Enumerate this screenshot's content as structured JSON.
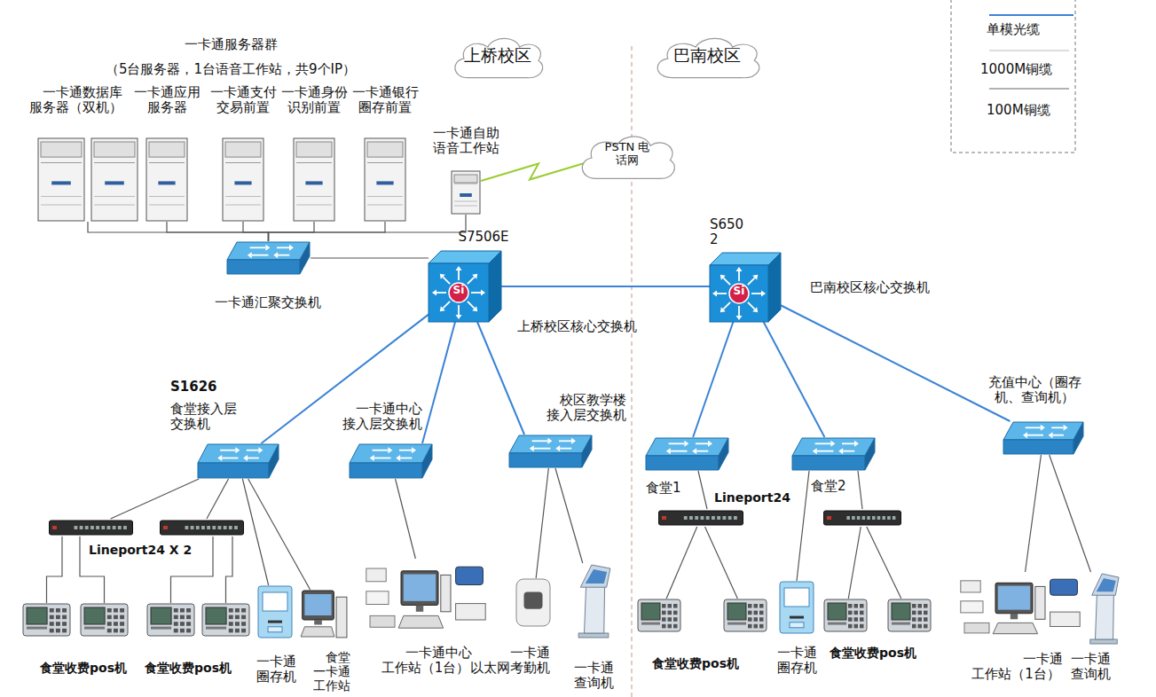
{
  "diagram": {
    "nodes": [
      {
        "text": [
          "一卡通数据库服务器（双机）"
        ]
      },
      {
        "text": [
          "一卡通应用服务器"
        ]
      },
      {
        "text": [
          "一卡通支付交易前置"
        ]
      },
      {
        "text": [
          "一卡通身份识别前置"
        ]
      },
      {
        "text": [
          "一卡通银行圈存前置"
        ]
      },
      {
        "text": [
          "上桥校区"
        ]
      },
      {
        "text": [
          "巴南校区"
        ]
      },
      {
        "text": [
          "一卡通自助语音工作站"
        ]
      },
      {
        "text": [
          "PSTN 电话网"
        ]
      },
      {
        "text": [
          "一卡通汇聚交换机"
        ]
      },
      {
        "text": [
          "S7506E",
          "上桥校区核心交换机"
        ]
      },
      {
        "text": [
          "S650 2",
          "巴南校区核心交换机"
        ]
      },
      {
        "text": [
          "S1626",
          "食堂接入层交换机"
        ]
      },
      {
        "text": [
          "一卡通中心接入层交换机"
        ]
      },
      {
        "text": [
          "校区教学楼接入层交换机"
        ]
      },
      {
        "text": [
          "食堂1"
        ]
      },
      {
        "text": [
          "食堂2"
        ]
      },
      {
        "text": [
          "充值中心（圈存机、查询机）"
        ]
      },
      {
        "text": []
      },
      {
        "text": []
      },
      {
        "text": []
      },
      {
        "text": []
      },
      {
        "text": []
      },
      {
        "text": []
      },
      {
        "text": []
      },
      {
        "text": []
      },
      {
        "text": [
          "一卡通圈存机"
        ]
      },
      {
        "text": [
          "食堂一卡通工作站"
        ]
      },
      {
        "text": [
          "一卡通中心工作站（1台）"
        ]
      },
      {
        "text": [
          "一卡通以太网考勤机"
        ]
      },
      {
        "text": [
          "一卡通查询机"
        ]
      },
      {
        "text": []
      },
      {
        "text": []
      },
      {
        "text": [
          "一卡通圈存机"
        ]
      },
      {
        "text": []
      },
      {
        "text": []
      },
      {
        "text": [
          "一卡通工作站（1台）"
        ]
      },
      {
        "text": [
          "一卡通查询机"
        ]
      }
    ],
    "edges": [
      {
        "from": 0,
        "to": 9,
        "arrow": "none"
      },
      {
        "from": 1,
        "to": 9,
        "arrow": "none"
      },
      {
        "from": 2,
        "to": 9,
        "arrow": "none"
      },
      {
        "from": 3,
        "to": 9,
        "arrow": "none"
      },
      {
        "from": 4,
        "to": 9,
        "arrow": "none"
      },
      {
        "from": 7,
        "to": 9,
        "arrow": "none"
      },
      {
        "from": 7,
        "to": 8,
        "arrow": "none"
      },
      {
        "from": 9,
        "to": 10,
        "arrow": "none"
      },
      {
        "from": 10,
        "to": 11,
        "arrow": "none"
      },
      {
        "from": 10,
        "to": 12,
        "arrow": "none"
      },
      {
        "from": 10,
        "to": 13,
        "arrow": "none"
      },
      {
        "from": 10,
        "to": 14,
        "arrow": "none"
      },
      {
        "from": 11,
        "to": 15,
        "arrow": "none"
      },
      {
        "from": 11,
        "to": 16,
        "arrow": "none"
      },
      {
        "from": 11,
        "to": 17,
        "arrow": "none"
      },
      {
        "from": 12,
        "to": 18,
        "arrow": "none"
      },
      {
        "from": 12,
        "to": 19,
        "arrow": "none"
      },
      {
        "from": 12,
        "to": 26,
        "arrow": "none"
      },
      {
        "from": 12,
        "to": 27,
        "arrow": "none"
      },
      {
        "from": 13,
        "to": 28,
        "arrow": "none"
      },
      {
        "from": 14,
        "to": 29,
        "arrow": "none"
      },
      {
        "from": 14,
        "to": 30,
        "arrow": "none"
      },
      {
        "from": 15,
        "to": 20,
        "arrow": "none"
      },
      {
        "from": 16,
        "to": 33,
        "arrow": "none"
      },
      {
        "from": 16,
        "to": 21,
        "arrow": "none"
      },
      {
        "from": 17,
        "to": 36,
        "arrow": "none"
      },
      {
        "from": 17,
        "to": 37,
        "arrow": "none"
      },
      {
        "from": 18,
        "to": 22,
        "arrow": "none"
      },
      {
        "from": 18,
        "to": 23,
        "arrow": "none"
      },
      {
        "from": 19,
        "to": 24,
        "arrow": "none"
      },
      {
        "from": 19,
        "to": 25,
        "arrow": "none"
      },
      {
        "from": 20,
        "to": 31,
        "arrow": "none"
      },
      {
        "from": 20,
        "to": 32,
        "arrow": "none"
      },
      {
        "from": 21,
        "to": 34,
        "arrow": "none"
      },
      {
        "from": 21,
        "to": 35,
        "arrow": "none"
      }
    ],
    "labels": [
      "一卡通服务器群",
      "（5台服务器，1台语音工作站，共9个IP）",
      "Si",
      "Si",
      "Lineport24 X 2",
      "Lineport24",
      "食堂收费pos机",
      "食堂收费pos机",
      "食堂收费pos机",
      "食堂收费pos机"
    ],
    "legend": [
      {
        "text": "单模光缆"
      },
      {
        "text": "1000M铜缆"
      },
      {
        "text": "100M铜缆"
      }
    ]
  }
}
